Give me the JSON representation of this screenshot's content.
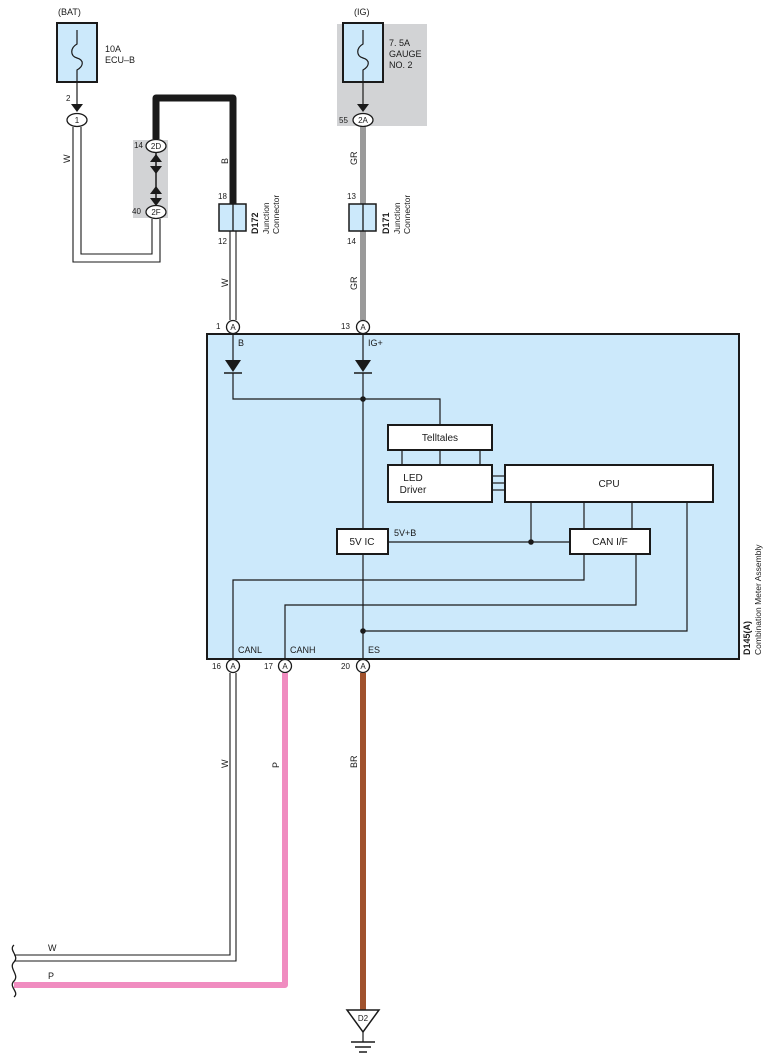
{
  "fuse_bat": {
    "source": "(BAT)",
    "rating": "10A",
    "name": "ECU–B",
    "pin": "2"
  },
  "fuse_ig": {
    "source": "(IG)",
    "rating": "7. 5A",
    "name_line1": "GAUGE",
    "name_line2": "NO. 2",
    "pin": "55",
    "connector": "2A"
  },
  "connectors": {
    "c1": {
      "label": "1"
    },
    "c2d": {
      "label": "2D",
      "pin": "14"
    },
    "c2f": {
      "label": "2F",
      "pin": "40"
    }
  },
  "junction_d172": {
    "id": "D172",
    "line1": "Junction",
    "line2": "Connector",
    "pin_top": "18",
    "pin_bottom": "12"
  },
  "junction_d171": {
    "id": "D171",
    "line1": "Junction",
    "line2": "Connector",
    "pin_top": "13",
    "pin_bottom": "14"
  },
  "wires": {
    "w_bat": "W",
    "b_black": "B",
    "w_meter": "W",
    "gr_top": "GR",
    "gr_bottom": "GR",
    "canl": "W",
    "canh": "P",
    "es": "BR",
    "bottom_w": "W",
    "bottom_p": "P"
  },
  "meter": {
    "id": "D145(A)",
    "name": "Combination Meter Assembly",
    "color": "#cce9fb",
    "pin_b": {
      "num": "1",
      "conn": "A",
      "label": "B"
    },
    "pin_ig": {
      "num": "13",
      "conn": "A",
      "label": "IG+"
    },
    "pin_canl": {
      "num": "16",
      "conn": "A",
      "label": "CANL"
    },
    "pin_canh": {
      "num": "17",
      "conn": "A",
      "label": "CANH"
    },
    "pin_es": {
      "num": "20",
      "conn": "A",
      "label": "ES"
    },
    "telltales": "Telltales",
    "led_line1": "LED",
    "led_line2": "Driver",
    "cpu": "CPU",
    "ic5v": "5V IC",
    "v5b": "5V+B",
    "canif": "CAN I/F"
  },
  "ground": {
    "label": "D2"
  },
  "colors": {
    "wire_white": "#ffffff",
    "wire_black": "#1a1a1a",
    "wire_gray": "#9a9a9a",
    "wire_pink": "#f08cc0",
    "wire_brown": "#a0522d",
    "shade": "#d2d3d5",
    "connector_blue": "#cce9fb"
  }
}
